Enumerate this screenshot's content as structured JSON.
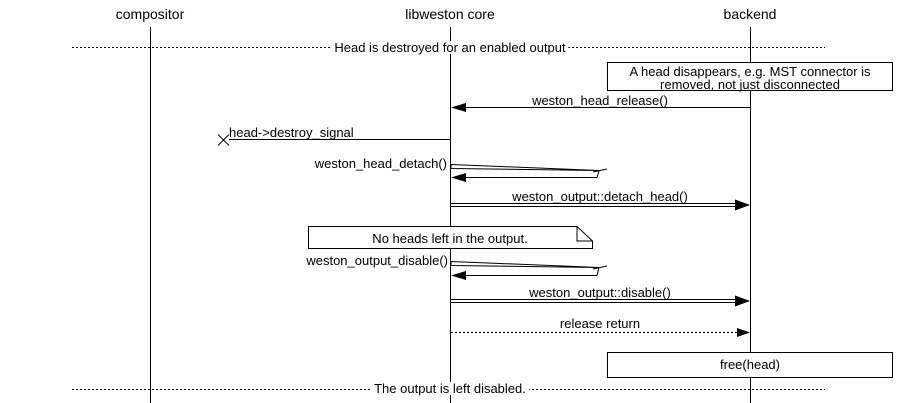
{
  "colors": {
    "ink": "#000000",
    "paper": "#ffffff"
  },
  "participants": [
    {
      "label": "compositor"
    },
    {
      "label": "libweston core"
    },
    {
      "label": "backend"
    }
  ],
  "dividers": {
    "top": "Head is destroyed for an enabled output",
    "bottom": "The output is left disabled."
  },
  "notes": {
    "head_disappears": {
      "line1": "A head disappears, e.g. MST connector is",
      "line2": "removed, not just disconnected"
    },
    "no_heads": "No heads left in the output.",
    "free_head": "free(head)"
  },
  "messages": {
    "head_release": "weston_head_release()",
    "destroy_signal": "head->destroy_signal",
    "head_detach": "weston_head_detach()",
    "detach_head": "weston_output::detach_head()",
    "output_disable": "weston_output_disable()",
    "disable": "weston_output::disable()",
    "release_return": "release return"
  }
}
